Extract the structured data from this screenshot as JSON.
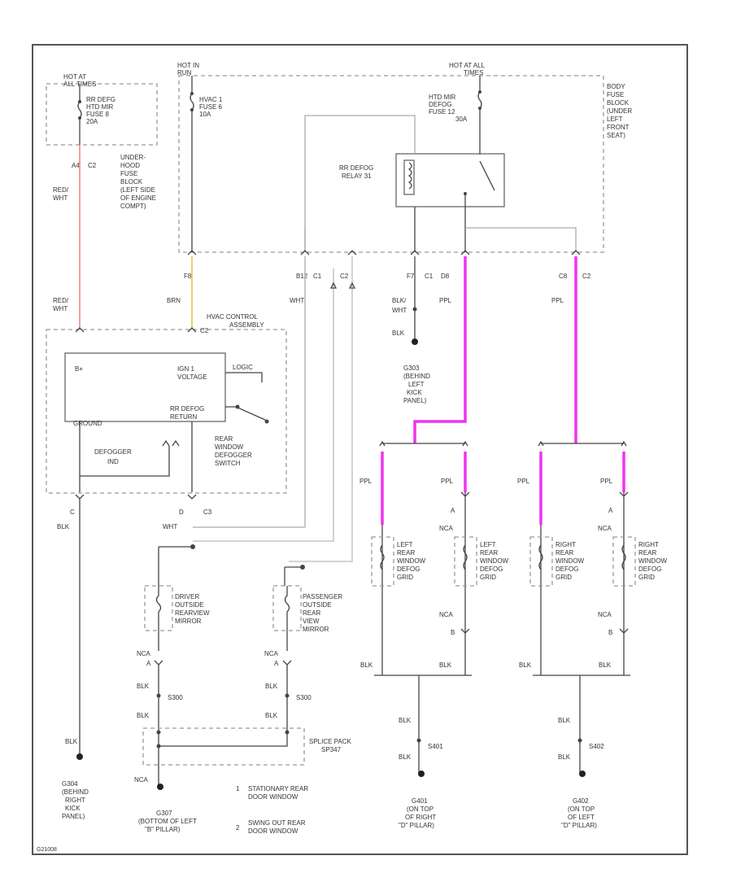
{
  "fuse_hot_left": [
    "HOT AT",
    "ALL TIMES"
  ],
  "fuse_hot_run": [
    "HOT IN",
    "RUN"
  ],
  "fuse_hot_right": [
    "HOT AT ALL",
    "TIMES"
  ],
  "fuse_rr_defog_left": [
    "RR DEFG",
    "HTD MIR",
    "FUSE 8",
    "20A"
  ],
  "fuse_hvac": [
    "HVAC 1",
    "FUSE 6",
    "10A"
  ],
  "fuse_htd_mir": [
    "HTD MIR",
    "DEFOG",
    "FUSE 12",
    "30A"
  ],
  "underhood_label": [
    "UNDER-",
    "HOOD",
    "FUSE",
    "BLOCK",
    "(LEFT SIDE",
    "OF ENGINE",
    "COMPT)"
  ],
  "body_fuse_label": [
    "BODY",
    "FUSE",
    "BLOCK",
    "(UNDER",
    "LEFT",
    "FRONT",
    "SEAT)"
  ],
  "relay_label": [
    "RR DEFOG",
    "RELAY 31"
  ],
  "conn_a4": "A4",
  "conn_c2_left": "C2",
  "conn_f8": "F8",
  "conn_b12": "B12",
  "conn_c1_a": "C1",
  "conn_c2_b": "C2",
  "conn_f7": "F7",
  "conn_c1_b": "C1",
  "conn_d8": "D8",
  "conn_c8": "C8",
  "conn_c2_c": "C2",
  "wire_red_wht_1": [
    "RED/",
    "WHT"
  ],
  "wire_red_wht_2": [
    "RED/",
    "WHT"
  ],
  "wire_brn": "BRN",
  "wire_wht_1": "WHT",
  "wire_blk_wht": [
    "BLK/",
    "WHT"
  ],
  "wire_blk_1": "BLK",
  "hvac_module": [
    "HVAC CONTROL",
    "ASSEMBLY"
  ],
  "conn_c2_hvac": "C2",
  "ign_voltage": [
    "IGN 1",
    "VOLTAGE"
  ],
  "b_plus": "B+",
  "logic": "LOGIC",
  "rr_defog_return": [
    "RR DEFOG",
    "RETURN"
  ],
  "ground_label": "GROUND",
  "defogger_ind": [
    "DEFOGGER",
    "IND"
  ],
  "switch_label": [
    "REAR",
    "WINDOW",
    "DEFOGGER",
    "SWITCH"
  ],
  "wire_wht_2": "WHT",
  "pin_c": "C",
  "pin_d": "D",
  "conn_c3": "C3",
  "g303": [
    "G303",
    "(BEHIND",
    "LEFT",
    "KICK",
    "PANEL)"
  ],
  "ppl_labels": [
    "PPL",
    "PPL",
    "PPL",
    "PPL",
    "PPL",
    "PPL"
  ],
  "a_labels": [
    "A",
    "A"
  ],
  "nca_labels": [
    "NCA",
    "NCA"
  ],
  "b_labels": [
    "B",
    "B"
  ],
  "grid_left_1": [
    "LEFT",
    "REAR",
    "WINDOW",
    "DEFOG",
    "GRID"
  ],
  "grid_left_2": [
    "LEFT",
    "REAR",
    "WINDOW",
    "DEFOG",
    "GRID"
  ],
  "grid_right_1": [
    "RIGHT",
    "REAR",
    "WINDOW",
    "DEFOG",
    "GRID"
  ],
  "grid_right_2": [
    "RIGHT",
    "REAR",
    "WINDOW",
    "DEFOG",
    "GRID"
  ],
  "blk_labels": [
    "BLK",
    "BLK",
    "BLK",
    "BLK"
  ],
  "mirror_driver": [
    "DRIVER",
    "OUTSIDE",
    "REARVIEW",
    "MIRROR"
  ],
  "mirror_pass": [
    "PASSENGER",
    "OUTSIDE",
    "REAR",
    "VIEW",
    "MIRROR"
  ],
  "nca_a_left": [
    "NCA",
    "A"
  ],
  "nca_a_right": [
    "NCA",
    "A"
  ],
  "mirror_blk": [
    "BLK",
    "BLK",
    "BLK",
    "BLK"
  ],
  "s300_left": "S300",
  "s300_right": "S300",
  "splice_pack": [
    "SPLICE PACK",
    "SP347"
  ],
  "nca_bottom": "NCA",
  "blk_left_ground": "BLK",
  "g304": [
    "G304",
    "(BEHIND",
    "RIGHT",
    "KICK",
    "PANEL)"
  ],
  "g307": [
    "G307",
    "(BOTTOM OF LEFT",
    "\"B\" PILLAR)"
  ],
  "legend_1_num": "1",
  "legend_1_text": [
    "STATIONARY REAR",
    "DOOR WINDOW"
  ],
  "legend_2_num": "2",
  "legend_2_text": [
    "SWING OUT REAR",
    "DOOR WINDOW"
  ],
  "g401_blk": [
    "BLK",
    "BLK"
  ],
  "s401": "S401",
  "g402_blk": [
    "BLK",
    "BLK"
  ],
  "s402": "S402",
  "g401": [
    "G401",
    "(ON TOP",
    "OF RIGHT",
    "\"D\" PILLAR)"
  ],
  "g402": [
    "G402",
    "(ON TOP",
    "OF LEFT",
    "\"D\" PILLAR)"
  ],
  "diagram_code": "G21008"
}
